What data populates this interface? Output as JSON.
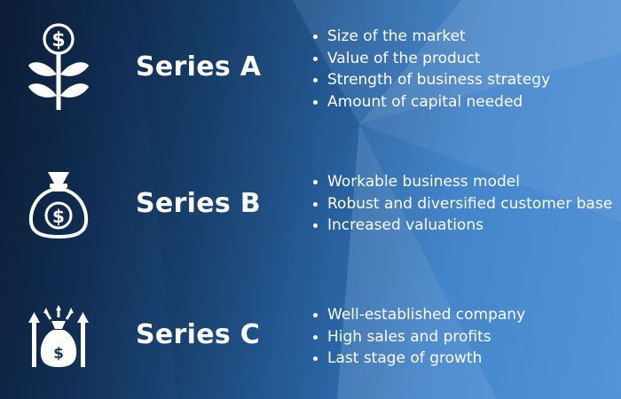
{
  "colors": {
    "icon": "#ffffff",
    "text": "#ffffff",
    "bg_dark": "#0b1c33",
    "bg_light": "#4a8fd6"
  },
  "series": [
    {
      "title": "Series A",
      "icon": "money-plant-icon",
      "points": [
        "Size of the market",
        "Value of the product",
        "Strength of business strategy",
        "Amount of capital needed"
      ]
    },
    {
      "title": "Series B",
      "icon": "money-bag-icon",
      "points": [
        "Workable business model",
        "Robust and diversified customer base",
        "Increased valuations"
      ]
    },
    {
      "title": "Series C",
      "icon": "money-bag-growth-arrows-icon",
      "points": [
        "Well-established company",
        "High sales and profits",
        "Last stage of growth"
      ]
    }
  ]
}
